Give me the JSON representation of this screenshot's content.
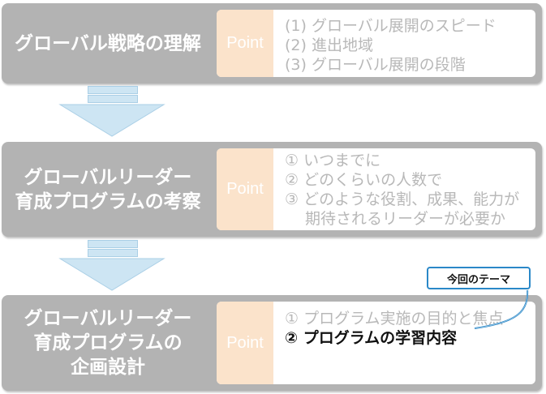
{
  "stages": [
    {
      "title": "グローバル戦略の理解",
      "point_label": "Point",
      "items": [
        "(1) グローバル展開のスピード",
        "(2) 進出地域",
        "(3) グローバル展開の段階"
      ]
    },
    {
      "title": "グローバルリーダー\n育成プログラムの考察",
      "point_label": "Point",
      "items": [
        "① いつまでに",
        "② どのくらいの人数で",
        "③ どのような役割、成果、能力が",
        "　 期待されるリーダーが必要か"
      ]
    },
    {
      "title": "グローバルリーダー\n育成プログラムの\n企画設計",
      "point_label": "Point",
      "items": [
        "① プログラム実施の目的と焦点",
        "② プログラムの学習内容"
      ]
    }
  ],
  "theme_label": "今回のテーマ",
  "colors": {
    "stage_bg": "#b3b3b3",
    "point_bg": "#fbe3cb",
    "arrow": "#cde5f3",
    "callout": "#2a88c8",
    "inactive_text": "#b8b8b8"
  }
}
